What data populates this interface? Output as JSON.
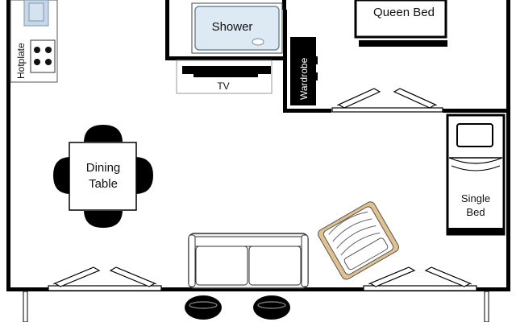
{
  "floor_plan": {
    "labels": {
      "hotplate": "Hotplate",
      "shower": "Shower",
      "tv": "TV",
      "queen_bed": "Queen Bed",
      "wardrobe": "Wardrobe",
      "dining_line1": "Dining",
      "dining_line2": "Table",
      "single_line1": "Single",
      "single_line2": "Bed"
    },
    "colors": {
      "wall": "#000000",
      "sink_blue": "#c5d8ea",
      "shower_blue": "#dde9f3",
      "armchair_wood": "#e2c28c",
      "sofa_fill": "#f2f2f2"
    }
  }
}
